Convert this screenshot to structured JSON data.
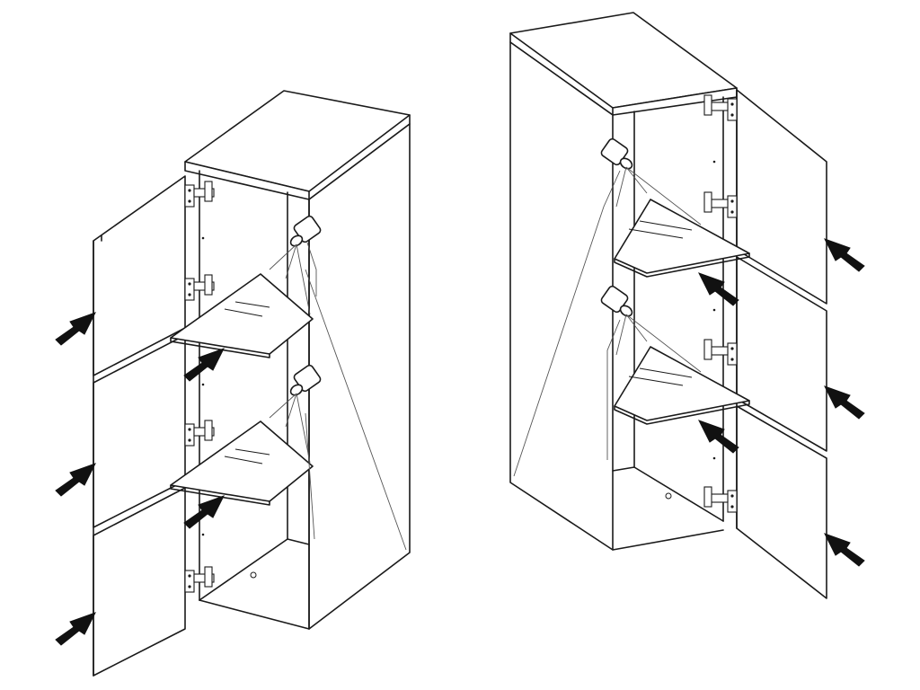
{
  "diagram": {
    "kind": "assembly-instruction",
    "left_cabinet": {
      "doors": 3,
      "shelves": 2,
      "lights": 2,
      "hinge_side": "left",
      "pointer_arrows": 5
    },
    "right_cabinet": {
      "doors": 3,
      "shelves": 2,
      "lights": 2,
      "hinge_side": "right",
      "pointer_arrows": 5
    },
    "colors": {
      "line": "#1a1a1a",
      "arrow": "#111111",
      "background": "#ffffff"
    }
  }
}
